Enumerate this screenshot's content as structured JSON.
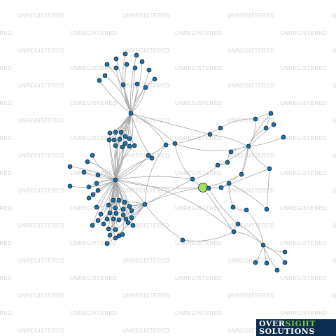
{
  "watermark": {
    "text": "UNREGISTERED"
  },
  "logo": {
    "word1": "OVER",
    "word2": "SIGHT",
    "word3": "SOLUTIONS"
  },
  "colors": {
    "node_fill": "#1f6fa3",
    "node_stroke": "#0a2233",
    "focus_node_fill": "#a6e05a",
    "edge": "#a8a8a8",
    "watermark": "#d4d4d4",
    "logo_bg": "#0b2d4d",
    "logo_accent": "#7dc242"
  },
  "graph": {
    "node_count": 108,
    "focus_node": "focus"
  }
}
